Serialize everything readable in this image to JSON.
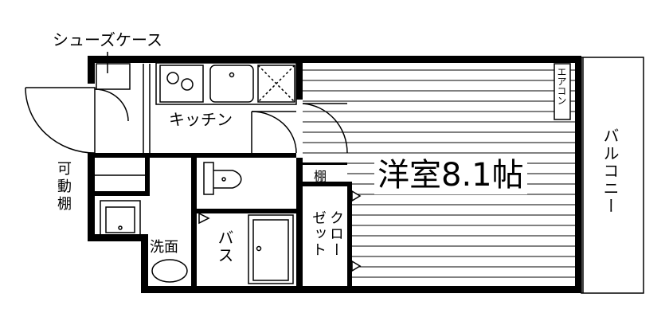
{
  "floorplan": {
    "shoe_case": "シューズケース",
    "kitchen": "キッチン",
    "movable_shelf": "可動棚",
    "washroom": "洗面",
    "bath": "バス",
    "closet": "クロー\nゼット",
    "shelf": "棚",
    "room": "洋室8.1帖",
    "aircon": "エアコン",
    "balcony": "バルコニー"
  }
}
